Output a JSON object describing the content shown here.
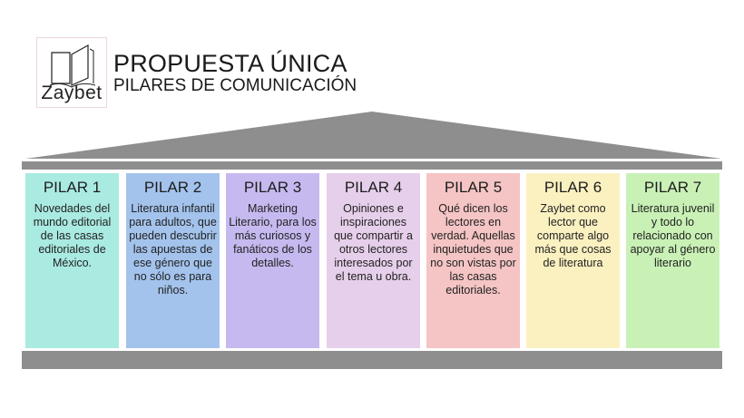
{
  "logo": {
    "text": "Zaybet",
    "icon": "open-book-icon"
  },
  "header": {
    "title": "PROPUESTA ÚNICA",
    "subtitle": "PILARES DE COMUNICACIÓN"
  },
  "colors": {
    "structure": "#8e8e8e"
  },
  "pillars": [
    {
      "title": "PILAR 1",
      "text": "Novedades del mundo editorial de las casas editoriales de México.",
      "color": "#a9eae1"
    },
    {
      "title": "PILAR 2",
      "text": "Literatura infantil para adultos, que pueden descubrir las apuestas de ese género que no sólo es para niños.",
      "color": "#a3c3ec"
    },
    {
      "title": "PILAR 3",
      "text": "Marketing Literario, para los más curiosos y fanáticos de los detalles.",
      "color": "#c6b9ef"
    },
    {
      "title": "PILAR 4",
      "text": "Opiniones e inspiraciones que compartir a otros lectores interesados por el tema u obra.",
      "color": "#e6cfea"
    },
    {
      "title": "PILAR 5",
      "text": "Qué dicen los lectores en verdad. Aquellas inquietudes que no son vistas por las casas editoriales.",
      "color": "#f5c4c4"
    },
    {
      "title": "PILAR 6",
      "text": "Zaybet como lector que comparte algo más que cosas de literatura",
      "color": "#fbf1c0"
    },
    {
      "title": "PILAR 7",
      "text": "Literatura juvenil y todo lo relacionado con apoyar al género literario",
      "color": "#c9f1b6"
    }
  ]
}
